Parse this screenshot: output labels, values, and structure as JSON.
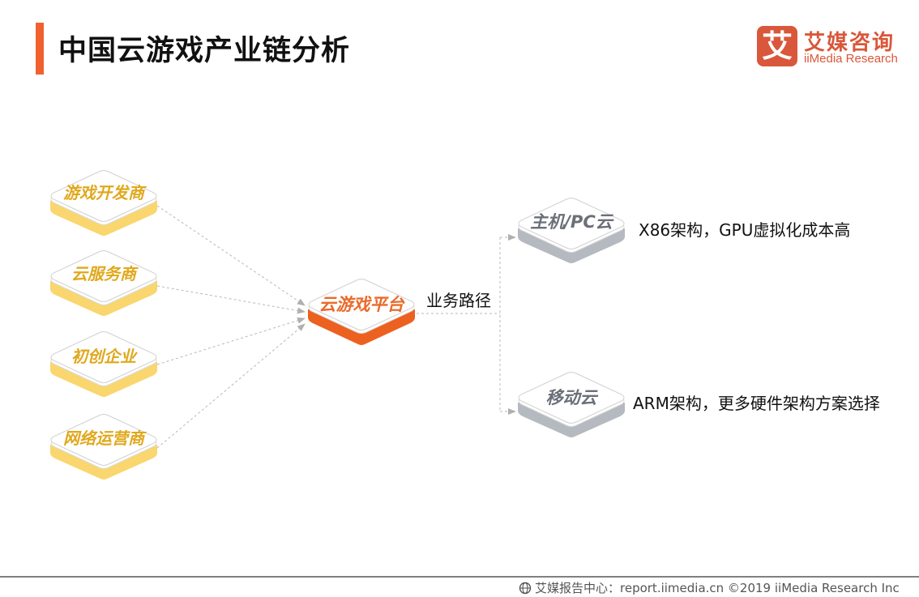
{
  "header": {
    "title": "中国云游戏产业链分析",
    "accent_color": "#f0612f"
  },
  "logo": {
    "mark": "艾",
    "name_cn": "艾媒咨询",
    "name_en": "iiMedia Research",
    "color": "#d9573a"
  },
  "diagram": {
    "sources": [
      {
        "label": "游戏开发商"
      },
      {
        "label": "云服务商"
      },
      {
        "label": "初创企业"
      },
      {
        "label": "网络运营商"
      }
    ],
    "center": {
      "label": "云游戏平台"
    },
    "path_label": "业务路径",
    "targets": [
      {
        "label": "主机/PC云",
        "description": "X86架构，GPU虚拟化成本高"
      },
      {
        "label": "移动云",
        "description": "ARM架构，更多硬件架构方案选择"
      }
    ],
    "colors": {
      "source_base": "#f9d66e",
      "center_base": "#ec6120",
      "target_base": "#b5b9c0",
      "connector": "#b0b0b0"
    }
  },
  "footer": {
    "icon": "globe-icon",
    "text": "艾媒报告中心：report.iimedia.cn ©2019  iiMedia Research  Inc"
  }
}
